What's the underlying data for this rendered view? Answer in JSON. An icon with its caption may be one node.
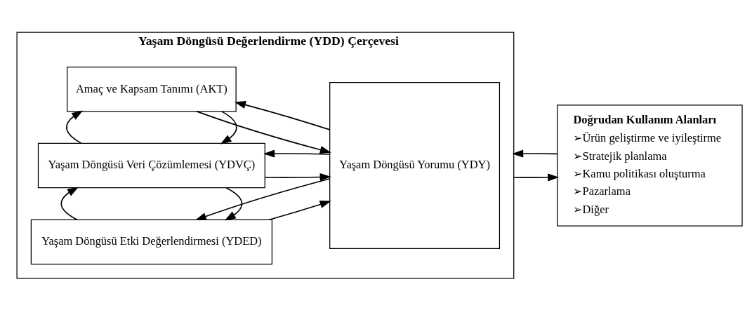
{
  "diagram": {
    "nodes": [
      {
        "text": [
          "Yaşam Döngüsü Değerlendirme (YDD) Çerçevesi"
        ]
      },
      {
        "text": [
          "Amaç ve Kapsam Tanımı (AKT)"
        ],
        "in": 0
      },
      {
        "text": [
          "Yaşam Döngüsü Veri Çözümlemesi (YDVÇ)"
        ],
        "in": 0
      },
      {
        "text": [
          "Yaşam Döngüsü Etki Değerlendirmesi (YDED)"
        ],
        "in": 0
      },
      {
        "text": [
          "Yaşam Döngüsü Yorumu (YDY)"
        ],
        "in": 0
      },
      {
        "text": [
          "Doğrudan Kullanım Alanları",
          "➢Ürün geliştirme ve iyileştirme",
          "➢Stratejik planlama",
          "➢Kamu politikası oluşturma",
          "➢Pazarlama",
          "➢Diğer"
        ]
      }
    ],
    "edges": [
      {
        "from": 1,
        "to": 4,
        "arrow": "to"
      },
      {
        "from": 4,
        "to": 1,
        "arrow": "to"
      },
      {
        "from": 1,
        "to": 2,
        "arrow": "to"
      },
      {
        "from": 2,
        "to": 1,
        "arrow": "to"
      },
      {
        "from": 2,
        "to": 4,
        "arrow": "to"
      },
      {
        "from": 4,
        "to": 2,
        "arrow": "to"
      },
      {
        "from": 2,
        "to": 3,
        "arrow": "to"
      },
      {
        "from": 3,
        "to": 2,
        "arrow": "to"
      },
      {
        "from": 3,
        "to": 4,
        "arrow": "to"
      },
      {
        "from": 4,
        "to": 3,
        "arrow": "to"
      },
      {
        "from": 0,
        "to": 5,
        "arrow": "to"
      },
      {
        "from": 5,
        "to": 0,
        "arrow": "to"
      }
    ]
  }
}
